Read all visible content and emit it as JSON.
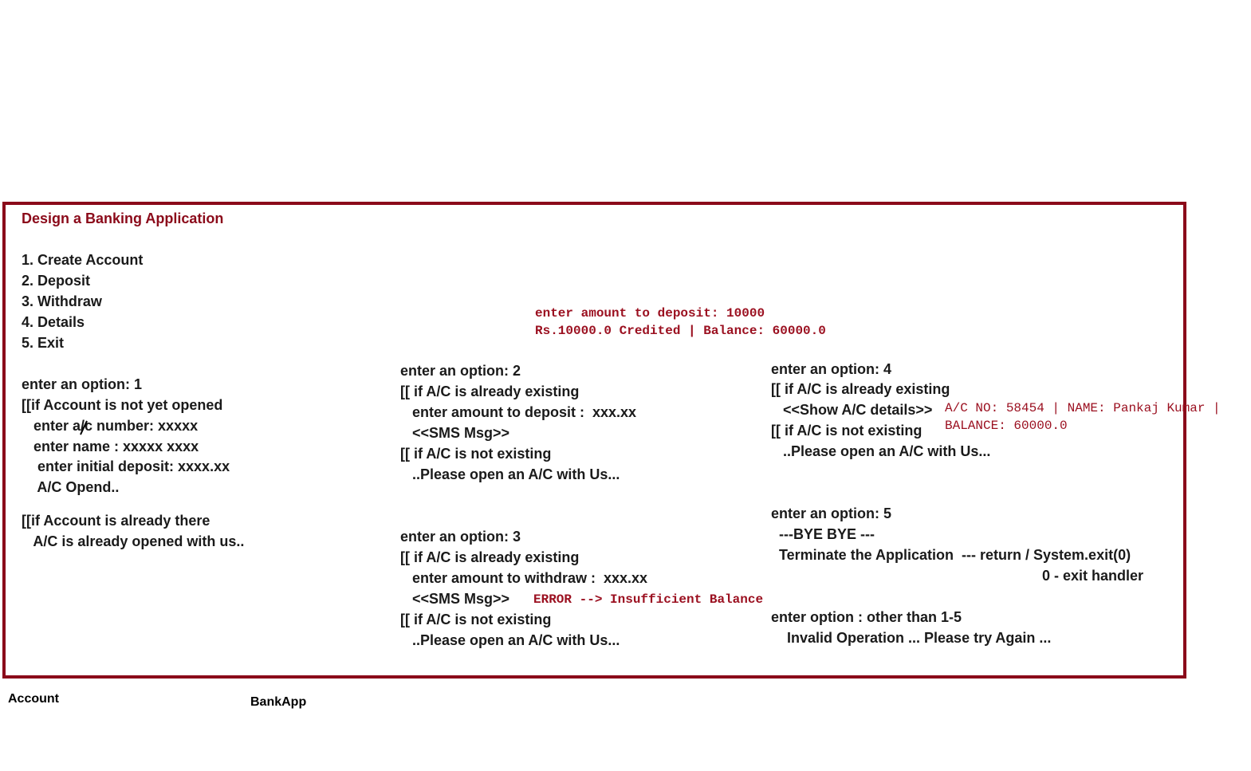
{
  "title": "Design a Banking Application",
  "menu": [
    "1. Create Account",
    "2. Deposit",
    "3. Withdraw",
    "4. Details",
    "5. Exit"
  ],
  "option1": {
    "lines": [
      "enter an option: 1",
      "[[if Account is not yet opened",
      "   enter a/c number: xxxxx",
      "   enter name : xxxxx xxxx",
      "    enter initial deposit: xxxx.xx",
      "    A/C Opend.."
    ],
    "already_lines": [
      "[[if Account is already there",
      "   A/C is already opened with us.."
    ]
  },
  "deposit_output": [
    "enter amount to deposit: 10000",
    "Rs.10000.0 Credited | Balance: 60000.0"
  ],
  "option2": {
    "lines": [
      "enter an option: 2",
      "[[ if A/C is already existing",
      "   enter amount to deposit :  xxx.xx",
      "   <<SMS Msg>>",
      "[[ if A/C is not existing",
      "   ..Please open an A/C with Us..."
    ]
  },
  "option3": {
    "lines": [
      "enter an option: 3",
      "[[ if A/C is already existing",
      "   enter amount to withdraw :  xxx.xx",
      "   <<SMS Msg>>",
      "[[ if A/C is not existing",
      "   ..Please open an A/C with Us..."
    ],
    "error": "ERROR --> Insufficient Balance"
  },
  "option4": {
    "lines": [
      "enter an option: 4",
      "[[ if A/C is already existing",
      "   <<Show A/C details>>",
      "[[ if A/C is not existing",
      "   ..Please open an A/C with Us..."
    ],
    "details_output": [
      "A/C NO: 58454 | NAME: Pankaj Kumar |",
      "BALANCE: 60000.0"
    ]
  },
  "option5": {
    "lines": [
      "enter an option: 5",
      "  ---BYE BYE ---",
      "  Terminate the Application  --- return / System.exit(0)"
    ],
    "exit_handler": "0 - exit handler"
  },
  "other_option": {
    "lines": [
      "enter option : other than 1-5",
      "    Invalid Operation ... Please try Again ..."
    ]
  },
  "captions": {
    "account": "Account",
    "bankapp": "BankApp"
  },
  "colors": {
    "accent": "#8b0a1a"
  }
}
